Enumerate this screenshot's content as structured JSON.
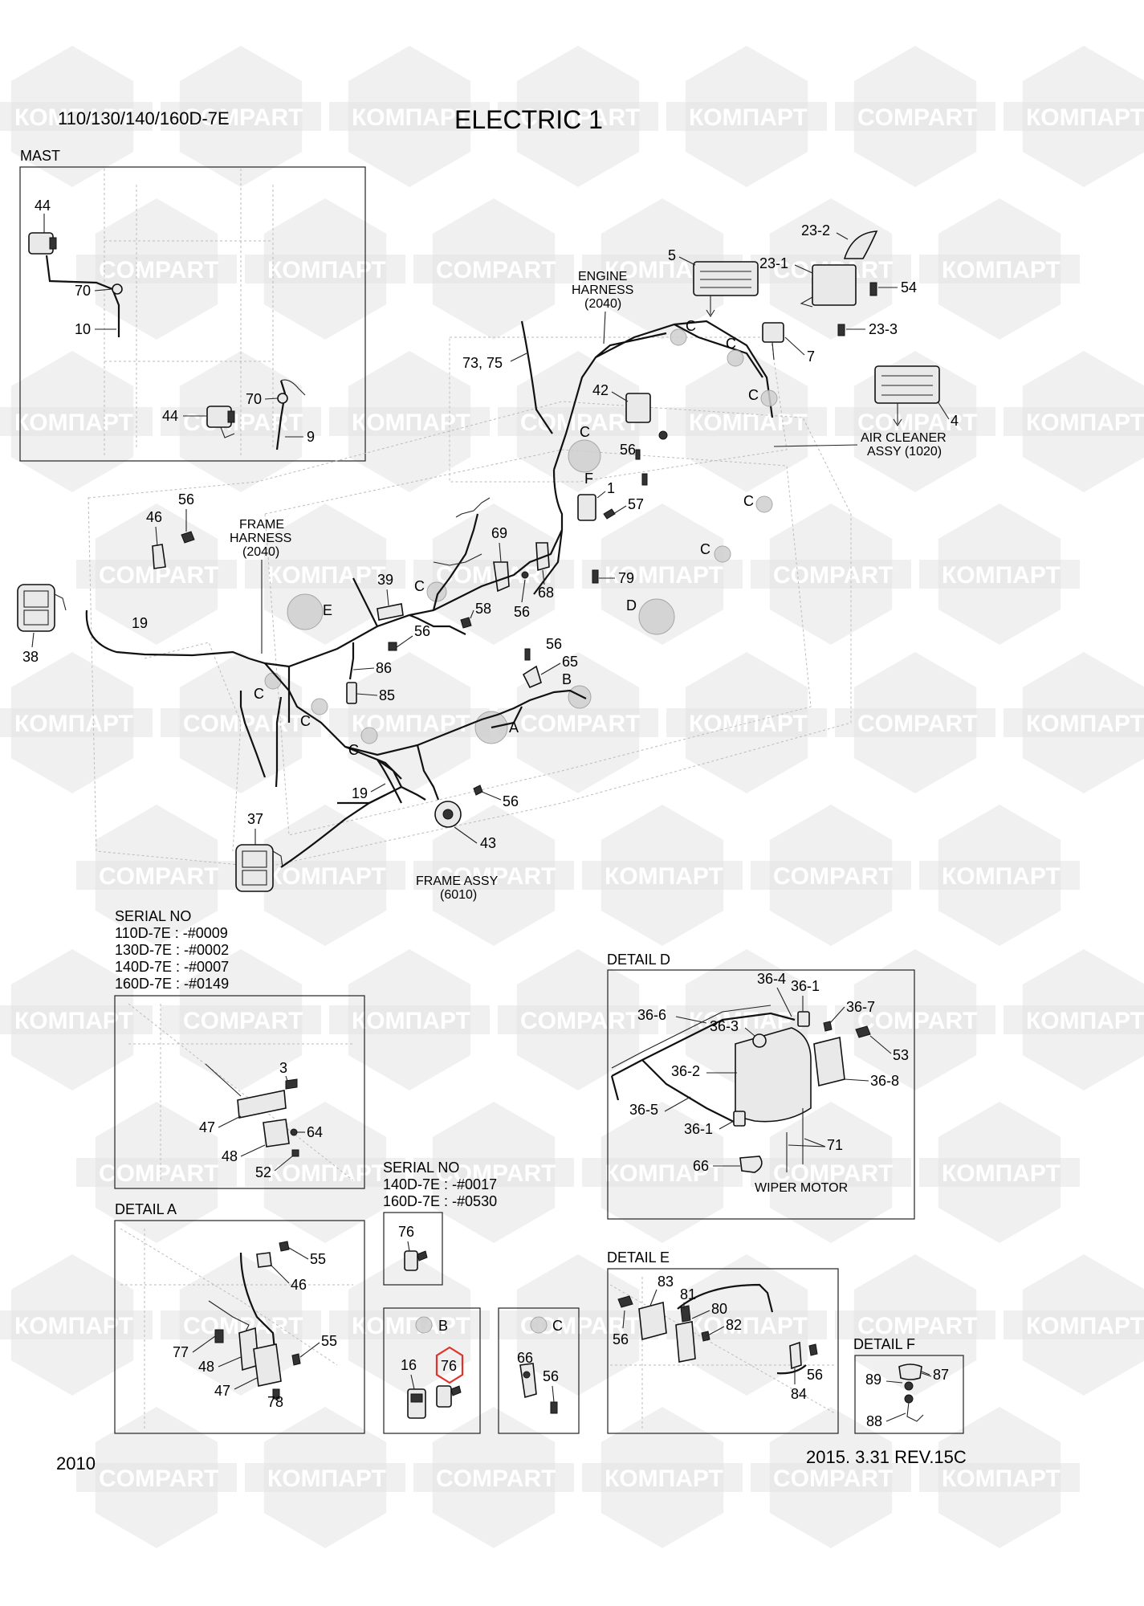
{
  "header": {
    "model": "110/130/140/160D-7E",
    "title": "ELECTRIC 1"
  },
  "footer": {
    "page_code": "2010",
    "revision": "2015. 3.31  REV.15C"
  },
  "watermark": {
    "text_cyrillic": "КОМПАРТ",
    "text_latin": "COMPART"
  },
  "sections": {
    "mast": "MAST",
    "detail_a": "DETAIL A",
    "detail_d": "DETAIL D",
    "detail_e": "DETAIL E",
    "detail_f": "DETAIL F"
  },
  "serial_notes": {
    "left": {
      "heading": "SERIAL NO",
      "lines": [
        "110D-7E : -#0009",
        "130D-7E : -#0002",
        "140D-7E : -#0007",
        "160D-7E : -#0149"
      ]
    },
    "right": {
      "heading": "SERIAL NO",
      "lines": [
        "140D-7E : -#0017",
        "160D-7E : -#0530"
      ]
    }
  },
  "captions": {
    "engine_harness": [
      "ENGINE",
      "HARNESS",
      "(2040)"
    ],
    "frame_harness": [
      "FRAME",
      "HARNESS",
      "(2040)"
    ],
    "air_cleaner": [
      "AIR CLEANER",
      "ASSY (1020)"
    ],
    "frame_assy": [
      "FRAME ASSY",
      "(6010)"
    ],
    "wiper_motor": "WIPER MOTOR"
  },
  "legend_boxes": {
    "b_label": "B",
    "c_label": "C"
  },
  "bubble_letters": {
    "a": "A",
    "b": "B",
    "c": "C",
    "d": "D",
    "e": "E",
    "f": "F"
  },
  "parts": {
    "p1": "1",
    "p3": "3",
    "p4": "4",
    "p5": "5",
    "p7": "7",
    "p9": "9",
    "p10": "10",
    "p16": "16",
    "p19": "19",
    "p23_1": "23-1",
    "p23_2": "23-2",
    "p23_3": "23-3",
    "p36_1": "36-1",
    "p36_2": "36-2",
    "p36_3": "36-3",
    "p36_4": "36-4",
    "p36_5": "36-5",
    "p36_6": "36-6",
    "p36_7": "36-7",
    "p36_8": "36-8",
    "p37": "37",
    "p38": "38",
    "p39": "39",
    "p42": "42",
    "p43": "43",
    "p44": "44",
    "p46": "46",
    "p47": "47",
    "p48": "48",
    "p52": "52",
    "p53": "53",
    "p54": "54",
    "p55": "55",
    "p56": "56",
    "p57": "57",
    "p58": "58",
    "p64": "64",
    "p65": "65",
    "p66": "66",
    "p68": "68",
    "p69": "69",
    "p70": "70",
    "p71": "71",
    "p73_75": "73, 75",
    "p76": "76",
    "p77": "77",
    "p78": "78",
    "p79": "79",
    "p80": "80",
    "p81": "81",
    "p82": "82",
    "p83": "83",
    "p84": "84",
    "p85": "85",
    "p86": "86",
    "p87": "87",
    "p88": "88",
    "p89": "89"
  }
}
